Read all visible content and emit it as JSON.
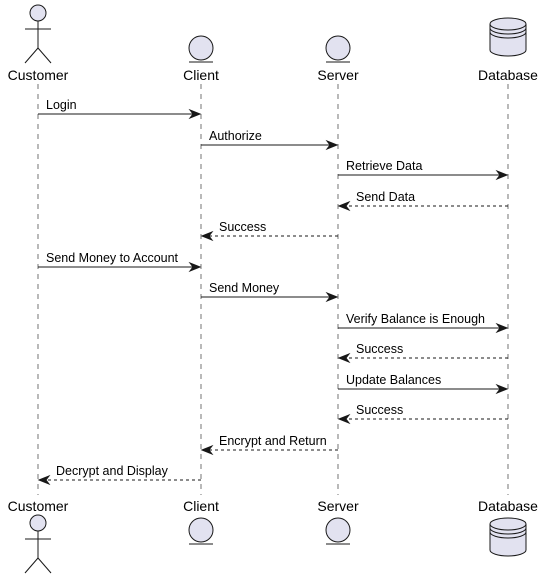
{
  "participants": [
    {
      "id": "customer",
      "name": "Customer",
      "kind": "actor"
    },
    {
      "id": "client",
      "name": "Client",
      "kind": "entity"
    },
    {
      "id": "server",
      "name": "Server",
      "kind": "entity"
    },
    {
      "id": "database",
      "name": "Database",
      "kind": "database"
    }
  ],
  "messages": [
    {
      "from": "customer",
      "to": "client",
      "label": "Login",
      "style": "solid"
    },
    {
      "from": "client",
      "to": "server",
      "label": "Authorize",
      "style": "solid"
    },
    {
      "from": "server",
      "to": "database",
      "label": "Retrieve Data",
      "style": "solid"
    },
    {
      "from": "database",
      "to": "server",
      "label": "Send Data",
      "style": "dashed"
    },
    {
      "from": "server",
      "to": "client",
      "label": "Success",
      "style": "dashed"
    },
    {
      "from": "customer",
      "to": "client",
      "label": "Send Money to Account",
      "style": "solid"
    },
    {
      "from": "client",
      "to": "server",
      "label": "Send Money",
      "style": "solid"
    },
    {
      "from": "server",
      "to": "database",
      "label": "Verify Balance is Enough",
      "style": "solid"
    },
    {
      "from": "database",
      "to": "server",
      "label": "Success",
      "style": "dashed"
    },
    {
      "from": "server",
      "to": "database",
      "label": "Update Balances",
      "style": "solid"
    },
    {
      "from": "database",
      "to": "server",
      "label": "Success",
      "style": "dashed"
    },
    {
      "from": "server",
      "to": "client",
      "label": "Encrypt and Return",
      "style": "dashed"
    },
    {
      "from": "client",
      "to": "customer",
      "label": "Decrypt and Display",
      "style": "dashed"
    }
  ],
  "colors": {
    "fill": "#e2e2f0",
    "stroke": "#181818",
    "lifeline": "#181818"
  }
}
